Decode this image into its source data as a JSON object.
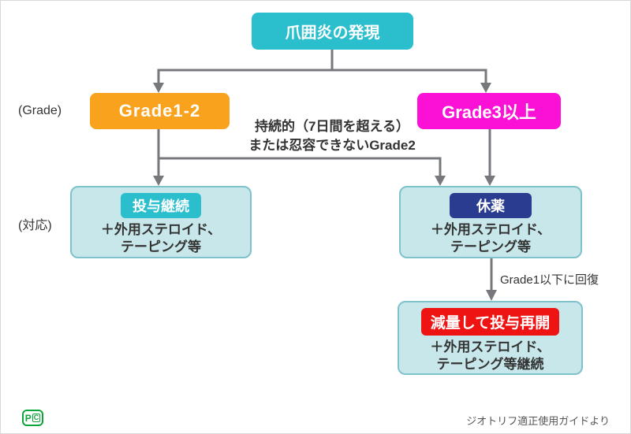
{
  "colors": {
    "teal": "#2bbfce",
    "orange": "#f9a21d",
    "magenta": "#fb10d5",
    "navy": "#2a3c90",
    "red": "#ee1414",
    "panel_fill": "#c8e7ea",
    "panel_border": "#7ec2cb",
    "connector_gray": "#77787b",
    "logo_green": "#0ca53c",
    "text_dark": "#333333"
  },
  "nodes": {
    "start_label": "爪囲炎の発現",
    "grade12_label": "Grade1-2",
    "grade3_label": "Grade3以上"
  },
  "labels": {
    "grade": "(Grade)",
    "response": "(対応)",
    "recovery": "Grade1以下に回復"
  },
  "condition": {
    "line1": "持続的（7日間を超える）",
    "line2": "または忍容できないGrade2"
  },
  "panels": {
    "continue": {
      "badge": "投与継続",
      "line1": "＋外用ステロイド、",
      "line2": "テーピング等"
    },
    "hold": {
      "badge": "休薬",
      "line1": "＋外用ステロイド、",
      "line2": "テーピング等"
    },
    "resume": {
      "badge": "減量して投与再開",
      "line1": "＋外用ステロイド、",
      "line2": "テーピング等継続"
    }
  },
  "footer": {
    "logo_p": "P",
    "logo_c": "C",
    "source": "ジオトリフ適正使用ガイドより"
  }
}
